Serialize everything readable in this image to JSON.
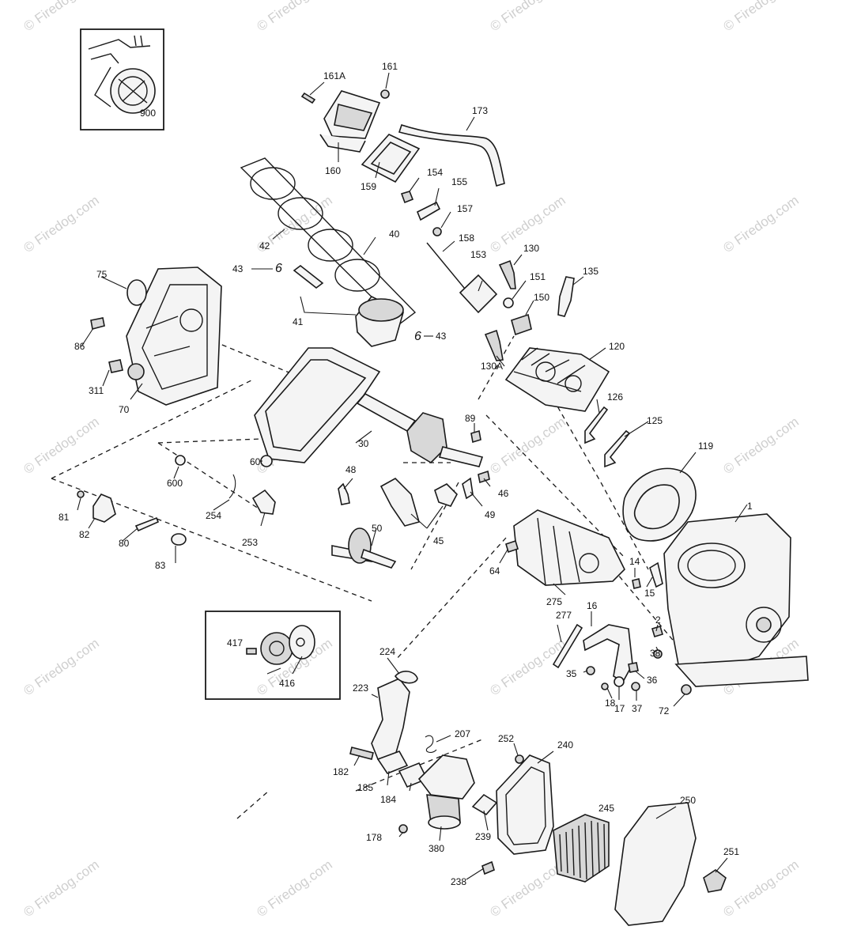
{
  "watermark": {
    "text": "© Firedog.com",
    "color": "#cfcfcf"
  },
  "inset_labels": {
    "engine_overview": "900",
    "ignition_assembly": [
      "417",
      "416"
    ]
  },
  "part_labels": {
    "p161a": "161A",
    "p161": "161",
    "p173": "173",
    "p160": "160",
    "p159": "159",
    "p154": "154",
    "p155": "155",
    "p157": "157",
    "p158": "158",
    "p42": "42",
    "p40": "40",
    "p43a": "43",
    "p43b": "43",
    "p41": "41",
    "p75": "75",
    "p86": "86",
    "p311": "311",
    "p70": "70",
    "p153": "153",
    "p130": "130",
    "p151": "151",
    "p150": "150",
    "p135": "135",
    "p120": "120",
    "p130a": "130A",
    "p126": "126",
    "p125": "125",
    "p89": "89",
    "p30": "30",
    "p60": "60",
    "p119": "119",
    "p600": "600",
    "p48": "48",
    "p46": "46",
    "p49": "49",
    "p81": "81",
    "p82": "82",
    "p254": "254",
    "p253": "253",
    "p50": "50",
    "p45": "45",
    "p80": "80",
    "p83": "83",
    "p64": "64",
    "p1": "1",
    "p14": "14",
    "p15": "15",
    "p275": "275",
    "p16": "16",
    "p277": "277",
    "p2": "2",
    "p38": "38",
    "p224": "224",
    "p35": "35",
    "p36": "36",
    "p223": "223",
    "p18": "18",
    "p17": "17",
    "p37": "37",
    "p72": "72",
    "p207": "207",
    "p252": "252",
    "p240": "240",
    "p182": "182",
    "p185": "185",
    "p184": "184",
    "p245": "245",
    "p250": "250",
    "p178": "178",
    "p380": "380",
    "p239": "239",
    "p251": "251",
    "p238": "238"
  }
}
